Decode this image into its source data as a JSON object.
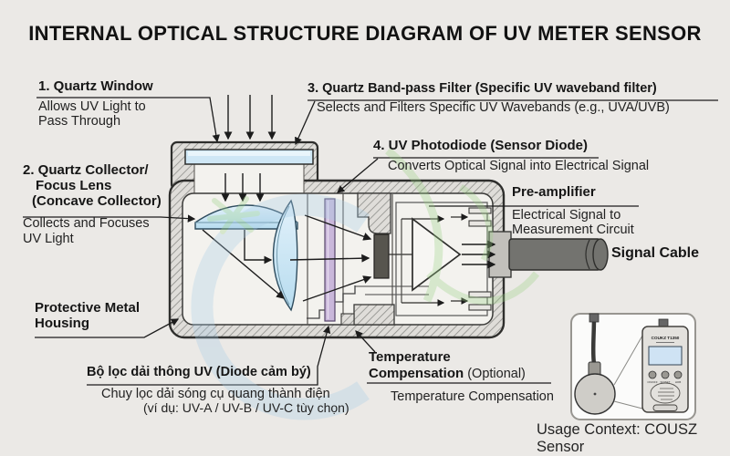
{
  "title": "INTERNAL OPTICAL STRUCTURE DIAGRAM OF UV METER SENSOR",
  "labels": {
    "quartz_window": {
      "title": "1. Quartz Window",
      "desc1": "Allows UV Light to",
      "desc2": "Pass Through"
    },
    "collector": {
      "title1": "2. Quartz Collector/",
      "title2": "Focus Lens",
      "title3": "(Concave Collector)",
      "desc1": "Collects and Focuses",
      "desc2": "UV Light"
    },
    "housing": {
      "title1": "Protective Metal",
      "title2": "Housing"
    },
    "bandpass": {
      "title": "3. Quartz Band-pass Filter (Specific UV waveband filter)",
      "desc": "Selects and Filters Specific UV Wavebands (e.g., UVA/UVB)"
    },
    "photodiode": {
      "title": "4. UV Photodiode (Sensor Diode)",
      "desc": "Converts Optical Signal into Electrical Signal"
    },
    "preamp": {
      "title": "Pre-amplifier",
      "desc1": "Electrical Signal to",
      "desc2": "Measurement Circuit"
    },
    "signal_cable": {
      "title": "Signal Cable"
    },
    "uv_filter_vi": {
      "title": "Bộ lọc dải thông UV (Diode cảm bý)",
      "desc1": "Chuy lọc dải sóng cụ quang thành điện",
      "desc2": "(ví dụ: UV-A / UV-B / UV-C tùy chọn)"
    },
    "temp_comp": {
      "title1": "Temperature",
      "title2_bold": "Compensation",
      "title2_regular": " (Optional)",
      "desc": "Temperature Compensation"
    }
  },
  "inset": {
    "caption": "Usage Context: COUSZ Sensor",
    "device_brand": "COUKZ T1350",
    "device_buttons": [
      "ON/OFF",
      "SO/SET",
      "HOB"
    ]
  },
  "colors": {
    "background": "#ebe9e6",
    "quartz_blue": "#cfe7f5",
    "filter_purple": "#c9b7da",
    "photodiode_dark": "#57554e",
    "cable_gray": "#73736f",
    "watermark_green": "#9cd186",
    "watermark_blue": "#a9cde6"
  }
}
